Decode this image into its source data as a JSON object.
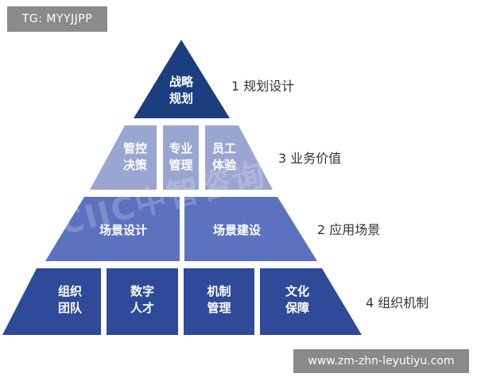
{
  "tag": "TG: MYYJJPP",
  "watermark": "CIIC中智咨询",
  "url": "www.zm-zhn-leyutiyu.com",
  "colors": {
    "tier1": "#1b3f7e",
    "tier2": "#9aa6d2",
    "tier3": "#5c72bf",
    "tier4": "#2e4a98"
  },
  "levels": [
    {
      "label": "1 规划设计",
      "cells": [
        "战略\n规划"
      ]
    },
    {
      "label": "3 业务价值",
      "cells": [
        "管控\n决策",
        "专业\n管理",
        "员工\n体验"
      ]
    },
    {
      "label": "2 应用场景",
      "cells": [
        "场景设计",
        "场景建设"
      ]
    },
    {
      "label": "4 组织机制",
      "cells": [
        "组织\n团队",
        "数字\n人才",
        "机制\n管理",
        "文化\n保障"
      ]
    }
  ]
}
